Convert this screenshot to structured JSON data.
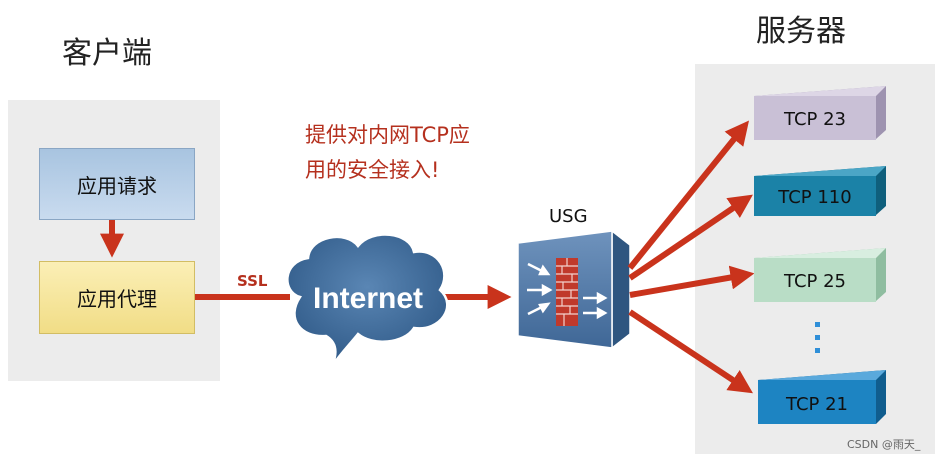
{
  "client": {
    "title": "客户端",
    "request_label": "应用请求",
    "proxy_label": "应用代理"
  },
  "server": {
    "title": "服务器"
  },
  "annotation": {
    "line1": "提供对内网TCP应",
    "line2": "用的安全接入!"
  },
  "ssl_label": "SSL",
  "internet_label": "Internet",
  "usg_label": "USG",
  "ports": [
    "TCP  23",
    "TCP 110",
    "TCP 25",
    "TCP 21"
  ],
  "watermark": "CSDN @雨天_",
  "colors": {
    "arrow": "#c9331c",
    "cloud": "#2f5e8c",
    "panel": "#ececec",
    "port_purple": "#c9c0d6",
    "port_teal": "#1b82a7",
    "port_green": "#b9ddc6",
    "port_blue": "#1d84c2"
  }
}
